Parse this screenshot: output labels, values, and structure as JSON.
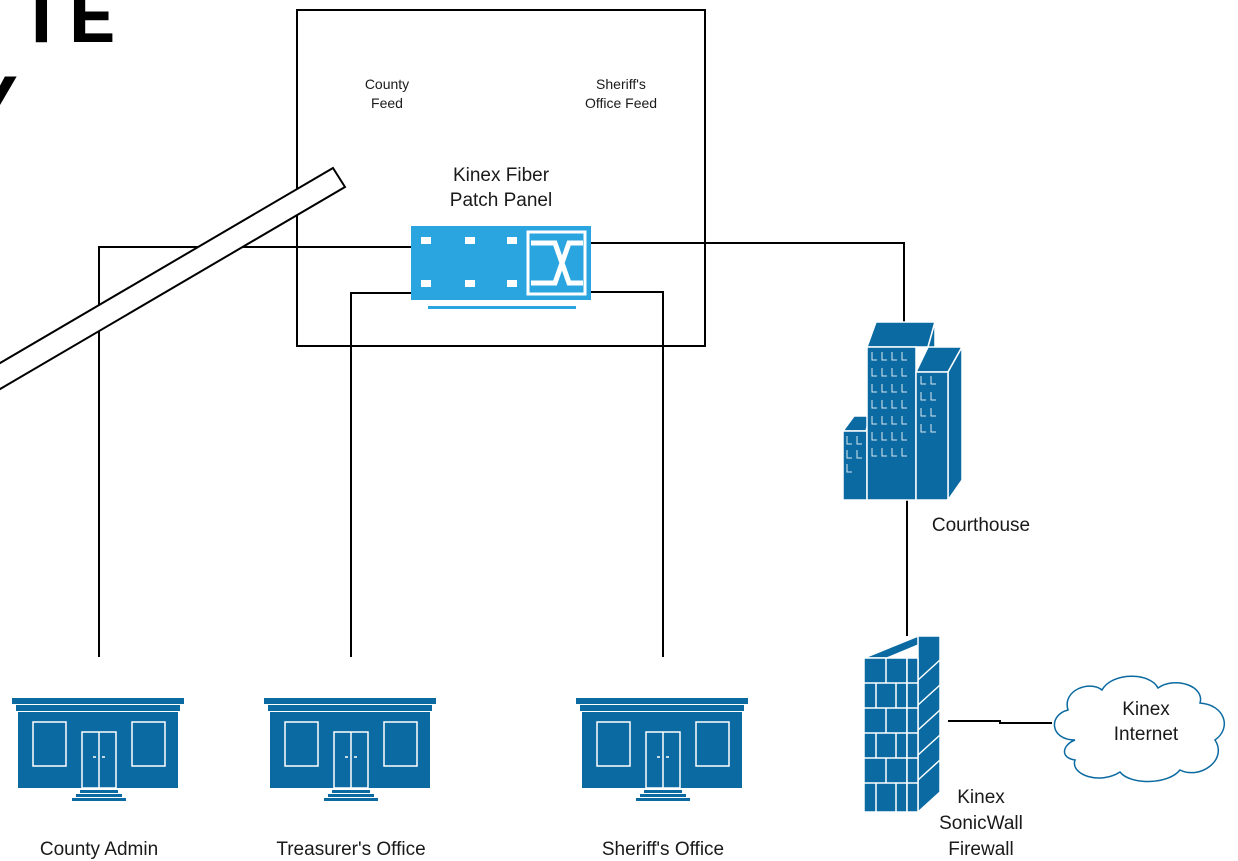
{
  "watermark": {
    "line1": "TE",
    "line2": "Y"
  },
  "patch_panel": {
    "county_feed": [
      "County",
      "Feed"
    ],
    "sheriff_feed": [
      "Sheriff's",
      "Office Feed"
    ],
    "label": [
      "Kinex Fiber",
      "Patch Panel"
    ]
  },
  "buildings": {
    "courthouse": "Courthouse",
    "county_admin": "County Admin",
    "treasurer": "Treasurer's Office",
    "sheriff": "Sheriff's Office"
  },
  "firewall": {
    "label": [
      "Kinex",
      "SonicWall",
      "Firewall"
    ]
  },
  "internet": {
    "label": [
      "Kinex",
      "Internet"
    ]
  },
  "colors": {
    "icon_fill": "#0a6aa1",
    "patch_panel_fill": "#2ba5e0",
    "line": "#000000"
  }
}
